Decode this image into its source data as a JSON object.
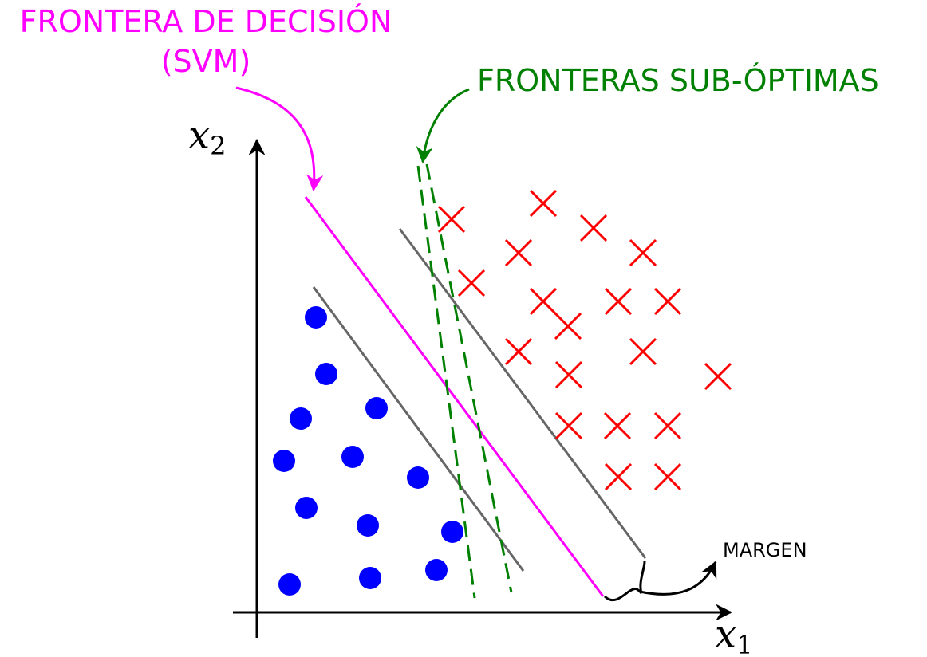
{
  "labels": {
    "svm_line1": "FRONTERA DE DECISIÓN",
    "svm_line2": "(SVM)",
    "suboptimal": "FRONTERAS SUB-ÓPTIMAS",
    "margin": "MARGEN",
    "x1_base": "x",
    "x1_sub": "1",
    "x2_base": "x",
    "x2_sub": "2"
  },
  "colors": {
    "svm": "#ff00ff",
    "suboptimal": "#008000",
    "margin_line": "#666666",
    "class_circle": "#0000ff",
    "class_cross": "#ff0000",
    "axis": "#000000"
  },
  "icons": {
    "circle_marker": "filled-circle",
    "cross_marker": "x-cross"
  }
}
